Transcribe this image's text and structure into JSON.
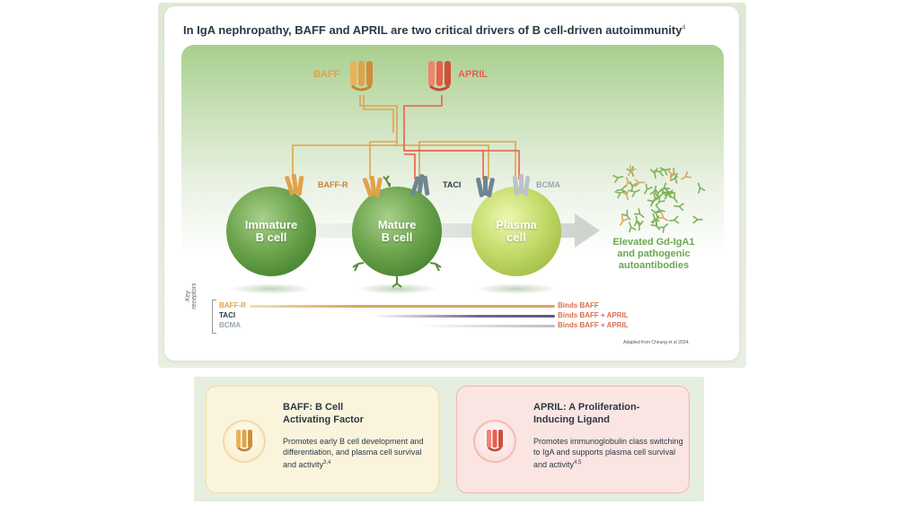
{
  "title": "In IgA nephropathy, BAFF and APRIL are two critical drivers of B cell-driven autoimmunity",
  "title_ref": "4",
  "ligands": {
    "baff": "BAFF",
    "april": "APRIL"
  },
  "receptor_labels": {
    "baff_r": "BAFF-R",
    "taci": "TACI",
    "bcma": "BCMA"
  },
  "cells": {
    "immature": [
      "Immature",
      "B cell"
    ],
    "mature": [
      "Mature",
      "B cell"
    ],
    "plasma": [
      "Plasma",
      "cell"
    ]
  },
  "outcome": [
    "Elevated Gd-IgA1",
    "and pathogenic",
    "autoantibodies"
  ],
  "key": {
    "heading": [
      "Key",
      "receptors"
    ],
    "rows": [
      {
        "name": "BAFF-R",
        "note": "Binds BAFF"
      },
      {
        "name": "TACI",
        "note": "Binds BAFF + APRIL"
      },
      {
        "name": "BCMA",
        "note": "Binds BAFF + APRIL"
      }
    ]
  },
  "source": "Adapted from Cheung et al 2024.",
  "cards": {
    "baff": {
      "title": [
        "BAFF: B Cell",
        "Activating Factor"
      ],
      "body": "Promotes early B cell development and differentiation, and plasma cell survival and activity",
      "ref": "3,4"
    },
    "april": {
      "title": [
        "APRIL: A Proliferation-",
        "Inducing Ligand"
      ],
      "body": "Promotes immunoglobulin class switching to IgA and supports plasma cell survival and activity",
      "ref": "4,5"
    }
  },
  "colors": {
    "baff": "#e0a24a",
    "april": "#e8604c",
    "taci": "#6f8592",
    "bcma": "#b9c3c9",
    "cell_green": "#6ea54e",
    "plasma_green": "#c4dc6c",
    "outcome_green": "#6aa84f"
  }
}
